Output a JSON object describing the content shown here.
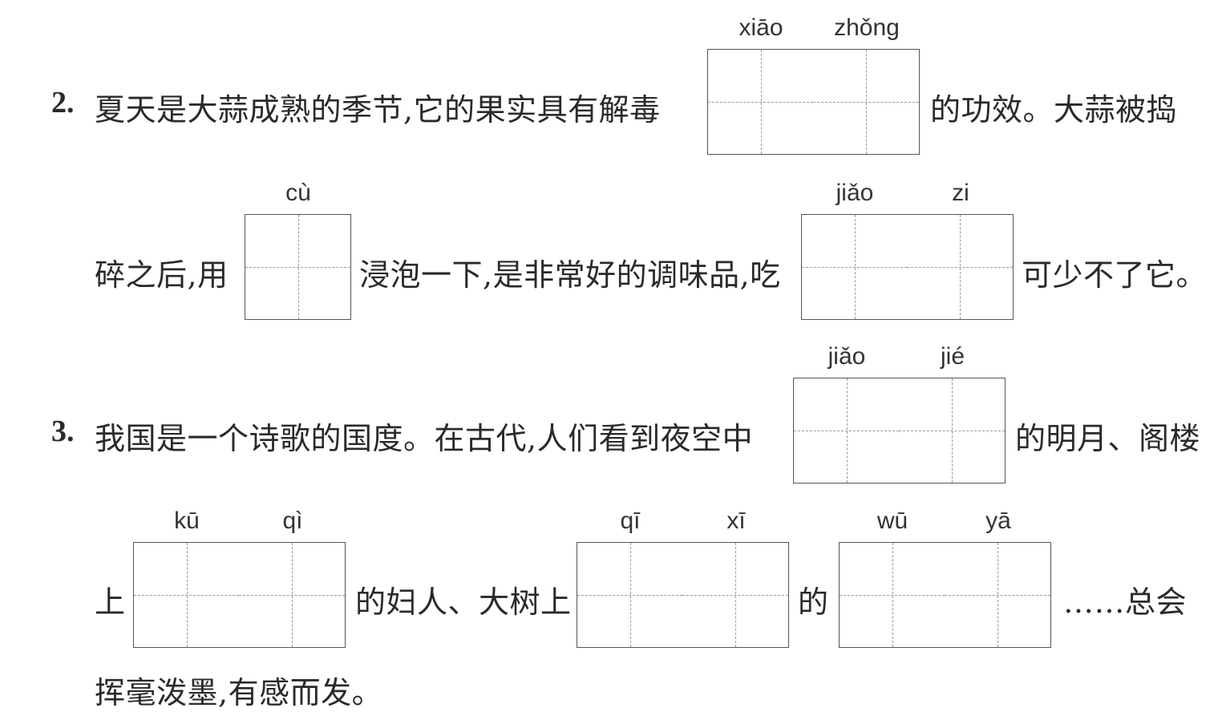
{
  "q2": {
    "number": "2.",
    "line1_a": "夏天是大蒜成熟的季节,它的果实具有解毒",
    "line1_b": "的功效。大蒜被捣",
    "line2_a": "碎之后,用",
    "line2_b": "浸泡一下,是非常好的调味品,吃",
    "line2_c": "可少不了它。",
    "pinyin": {
      "xiao": "xiāo",
      "zhong": "zhǒng",
      "cu": "cù",
      "jiao": "jiǎo",
      "zi": "zi"
    }
  },
  "q3": {
    "number": "3.",
    "line1_a": "我国是一个诗歌的国度。在古代,人们看到夜空中",
    "line1_b": "的明月、阁楼",
    "line2_a": "上",
    "line2_b": "的妇人、大树上",
    "line2_c": "的",
    "line2_d": "……总会",
    "line3": "挥毫泼墨,有感而发。",
    "pinyin": {
      "jiao": "jiǎo",
      "jie": "jié",
      "ku": "kū",
      "qi": "qì",
      "qi2": "qī",
      "xi": "xī",
      "wu": "wū",
      "ya": "yā"
    }
  }
}
